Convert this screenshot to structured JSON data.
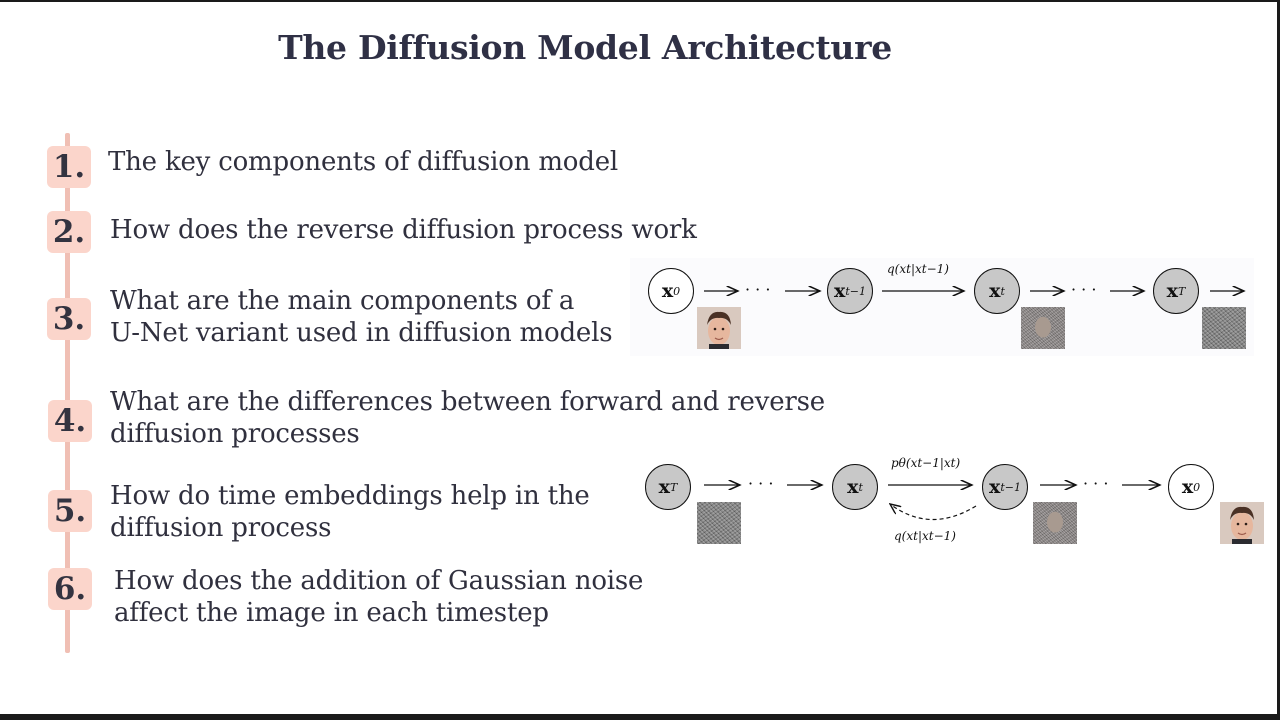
{
  "slide": {
    "title": "The Diffusion Model Architecture"
  },
  "items": [
    {
      "number": "1.",
      "text": "The key components of diffusion model"
    },
    {
      "number": "2.",
      "text": "How does the reverse diffusion process work"
    },
    {
      "number": "3.",
      "text": "What are the main components of a\nU-Net variant used in diffusion models"
    },
    {
      "number": "4.",
      "text": "What are the differences between forward and reverse\ndiffusion processes"
    },
    {
      "number": "5.",
      "text": "How do time embeddings help in the\ndiffusion process"
    },
    {
      "number": "6.",
      "text": "How does the addition of Gaussian noise\naffect the image in each timestep"
    }
  ],
  "forward_diagram": {
    "nodes": [
      {
        "base": "x",
        "sub": "0"
      },
      {
        "base": "x",
        "sub": "t−1"
      },
      {
        "base": "x",
        "sub": "t"
      },
      {
        "base": "x",
        "sub": "T"
      }
    ],
    "dots": "· · ·",
    "arrow_label": "q(xt|xt−1)"
  },
  "reverse_diagram": {
    "nodes": [
      {
        "base": "x",
        "sub": "T"
      },
      {
        "base": "x",
        "sub": "t"
      },
      {
        "base": "x",
        "sub": "t−1"
      },
      {
        "base": "x",
        "sub": "0"
      }
    ],
    "dots": "· · ·",
    "top_label": "pθ(xt−1|xt)",
    "bottom_label": "q(xt|xt−1)"
  },
  "colors": {
    "title": "#2f3045",
    "badge_bg": "#fbd5cb",
    "timeline": "#f0bfb4",
    "node_fill": "#c8c8c8"
  }
}
